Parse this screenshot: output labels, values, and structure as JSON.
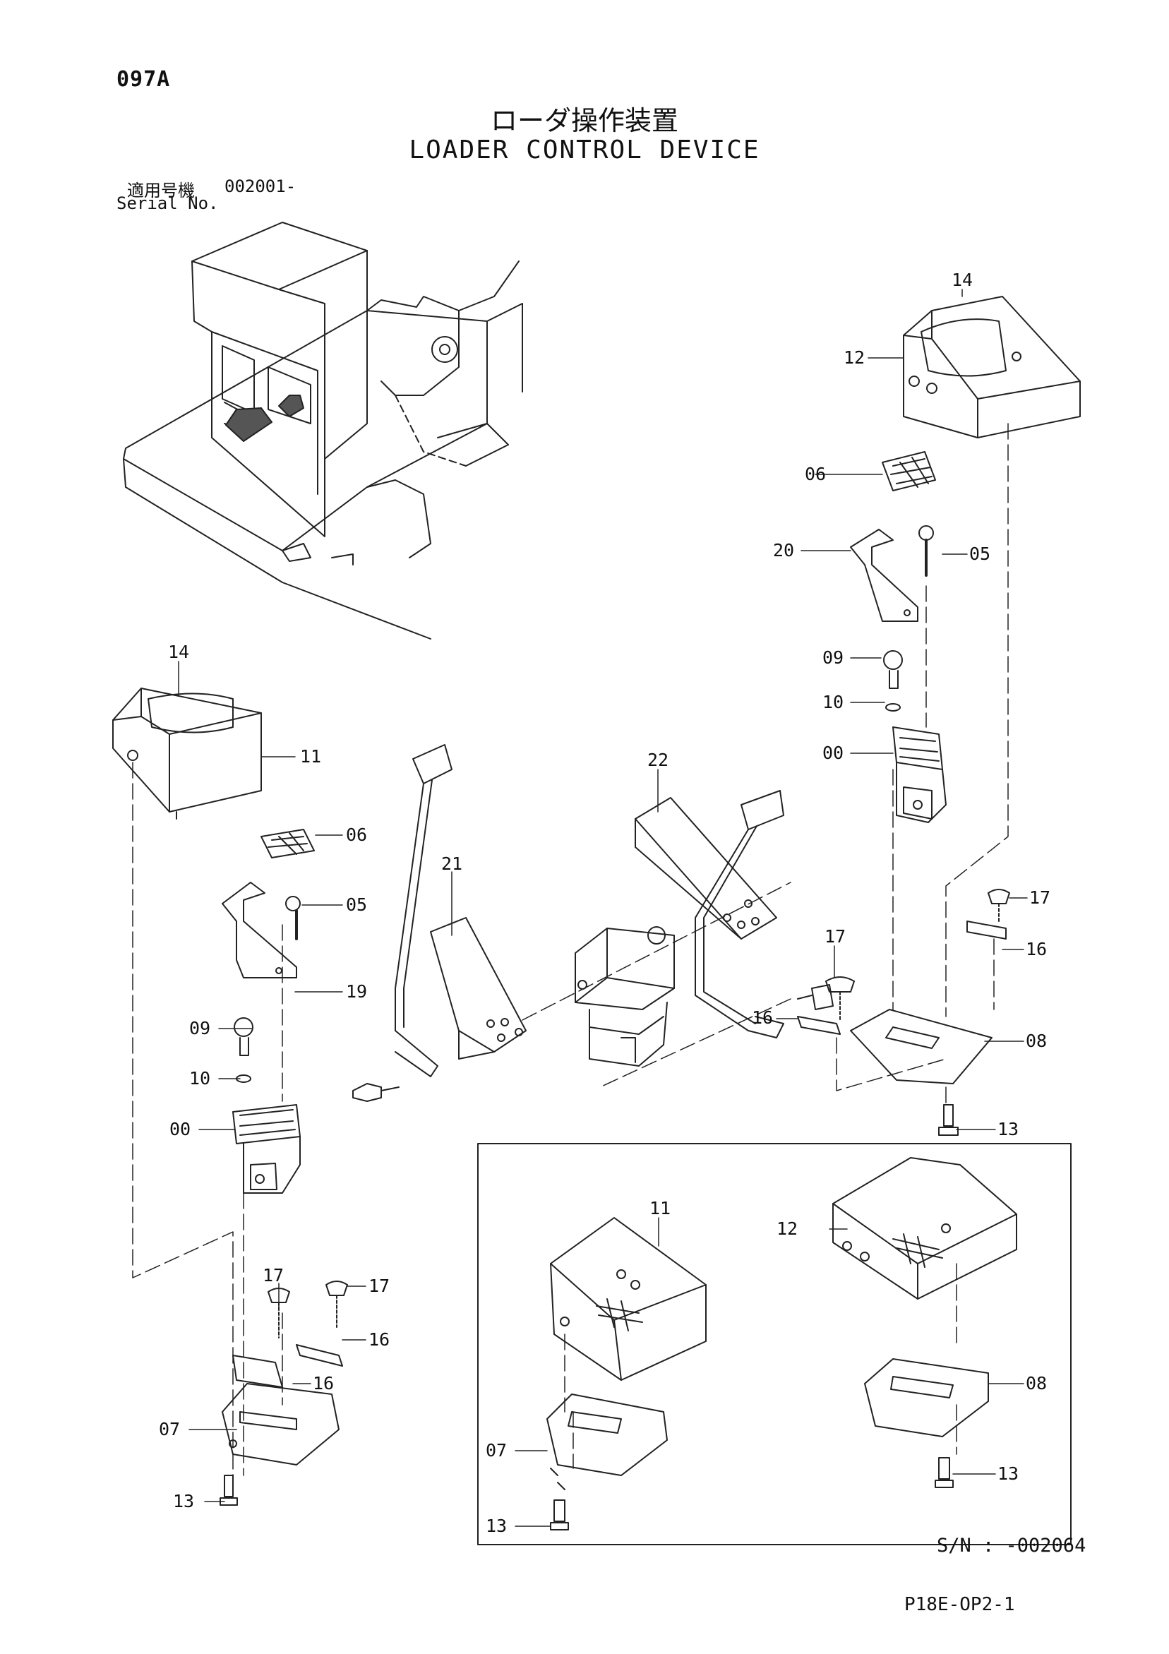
{
  "page_code": "097A",
  "title_jp": "ローダ操作装置",
  "title_en": "LOADER CONTROL DEVICE",
  "serial_label_jp": "適用号機",
  "serial_value": "002001-",
  "serial_label_en": "Serial No.",
  "inset_serial": "S/N : -002064",
  "footer_code": "P18E-OP2-1",
  "part_labels": {
    "p00a": "00",
    "p00b": "00",
    "p05a": "05",
    "p05b": "05",
    "p06a": "06",
    "p06b": "06",
    "p07a": "07",
    "p07b": "07",
    "p08a": "08",
    "p08b": "08",
    "p09a": "09",
    "p09b": "09",
    "p10a": "10",
    "p10b": "10",
    "p11a": "11",
    "p11b": "11",
    "p12a": "12",
    "p12b": "12",
    "p13a": "13",
    "p13b": "13",
    "p13c": "13",
    "p13d": "13",
    "p14a": "14",
    "p14b": "14",
    "p16a": "16",
    "p16b": "16",
    "p16c": "16",
    "p16d": "16",
    "p17a": "17",
    "p17b": "17",
    "p17c": "17",
    "p17d": "17",
    "p19": "19",
    "p20": "20",
    "p21": "21",
    "p22": "22"
  }
}
